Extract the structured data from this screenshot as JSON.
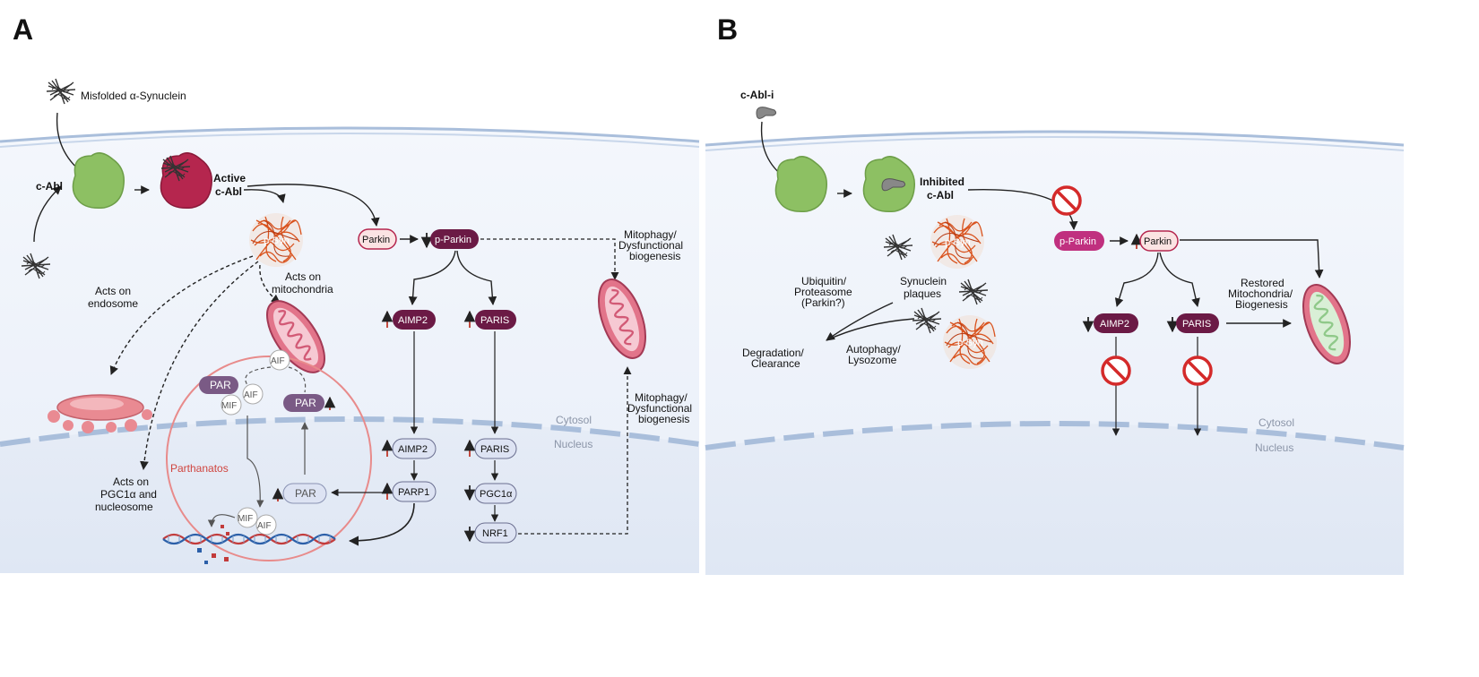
{
  "panel_a": {
    "letter": "A",
    "misfolded_synuclein": "Misfolded α-Synuclein",
    "c_abl": "c-Abl",
    "active_1": "Active",
    "active_2": "c-Abl",
    "p_syn": "p-Syn",
    "acts_on_mito_1": "Acts on",
    "acts_on_mito_2": "mitochondria",
    "acts_on_endo_1": "Acts on",
    "acts_on_endo_2": "endosome",
    "acts_on_pgc_1": "Acts on",
    "acts_on_pgc_2": "PGC1α and",
    "acts_on_pgc_3": "nucleosome",
    "parkin": "Parkin",
    "p_parkin": "p-Parkin",
    "aimp2_cyto": "AIMP2",
    "paris_cyto": "PARIS",
    "aimp2_nuc": "AIMP2",
    "paris_nuc": "PARIS",
    "parp1": "PARP1",
    "pgc1a": "PGC1α",
    "nrf1": "NRF1",
    "par_left": "PAR",
    "par_right": "PAR",
    "par_nuc": "PAR",
    "aif_top": "AIF",
    "aif_mid": "AIF",
    "mif_mid": "MIF",
    "mif_low": "MIF",
    "aif_low": "AIF",
    "parthanatos": "Parthanatos",
    "mito_top_1": "Mitophagy/",
    "mito_top_2": "Dysfunctional",
    "mito_top_3": "biogenesis",
    "mito_bot_1": "Mitophagy/",
    "mito_bot_2": "Dysfunctional",
    "mito_bot_3": "biogenesis",
    "cytosol": "Cytosol",
    "nucleus": "Nucleus"
  },
  "panel_b": {
    "letter": "B",
    "c_abl_i": "c-Abl-i",
    "inhibited_1": "Inhibited",
    "inhibited_2": "c-Abl",
    "p_parkin": "p-Parkin",
    "parkin": "Parkin",
    "synuclein_1": "Synuclein",
    "synuclein_2": "plaques",
    "p_syn_1": "p-Syn",
    "p_syn_2": "p-Syn",
    "ubiquitin_1": "Ubiquitin/",
    "ubiquitin_2": "Proteasome",
    "ubiquitin_3": "(Parkin?)",
    "degradation_1": "Degradation/",
    "degradation_2": "Clearance",
    "autophagy_1": "Autophagy/",
    "autophagy_2": "Lysozome",
    "aimp2": "AIMP2",
    "paris": "PARIS",
    "restored_1": "Restored",
    "restored_2": "Mitochondria/",
    "restored_3": "Biogenesis",
    "cytosol": "Cytosol",
    "nucleus": "Nucleus"
  },
  "colors": {
    "dark_purple": "#6b1a45",
    "magenta": "#c0307f",
    "light_pill": "#dde3f3",
    "parkin_pill": "#fbe3e3",
    "green_protein": "#8dc063",
    "active_protein": "#b5264e",
    "red_arrow": "#c0392b",
    "inhibit_red": "#d42a2a",
    "psyn_orange": "#d9531e",
    "mito_pink": "#e2748a"
  }
}
